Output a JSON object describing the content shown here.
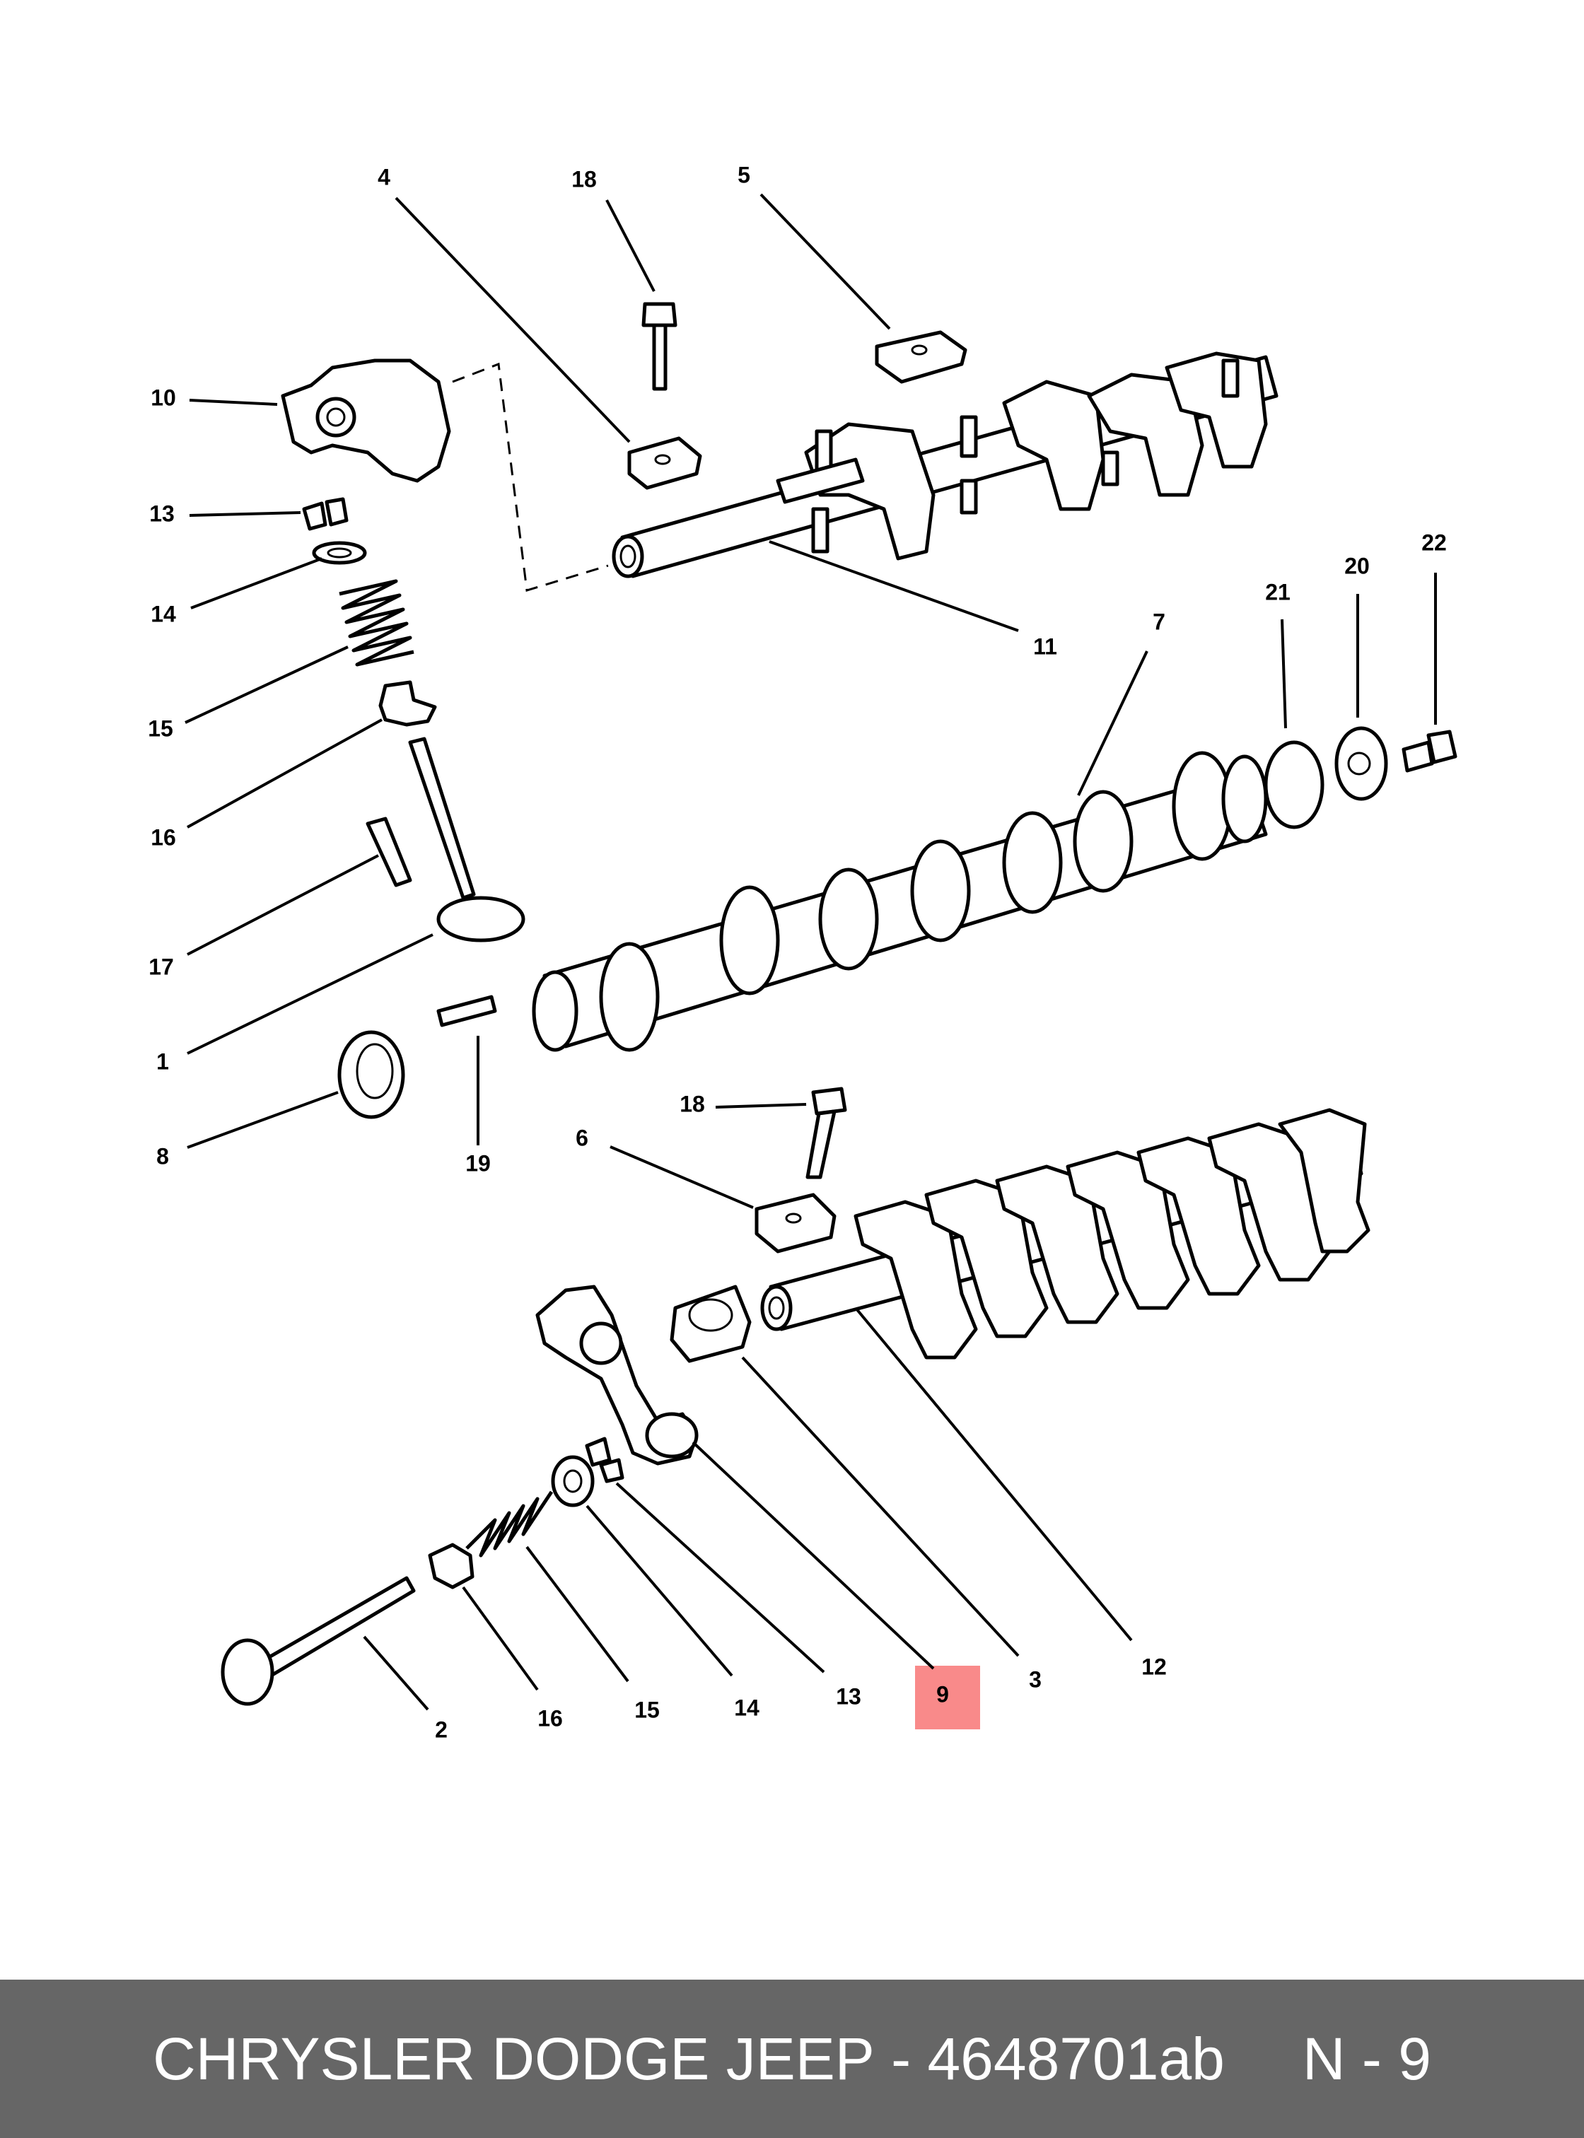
{
  "callouts": {
    "c1": "1",
    "c2": "2",
    "c3": "3",
    "c4": "4",
    "c5": "5",
    "c6": "6",
    "c7": "7",
    "c8": "8",
    "c9": "9",
    "c10": "10",
    "c11": "11",
    "c12": "12",
    "c13a": "13",
    "c13b": "13",
    "c14a": "14",
    "c14b": "14",
    "c15a": "15",
    "c15b": "15",
    "c16a": "16",
    "c16b": "16",
    "c17": "17",
    "c18a": "18",
    "c18b": "18",
    "c19": "19",
    "c20": "20",
    "c21": "21",
    "c22": "22"
  },
  "highlight": {
    "part": "9",
    "color": "#f98a8a"
  },
  "footer": {
    "brand": "CHRYSLER DODGE JEEP",
    "separator": " - ",
    "part_number": "4648701ab",
    "position": "N - 9"
  },
  "colors": {
    "footer_bg": "#666666",
    "footer_text": "#ffffff",
    "line": "#000000"
  }
}
